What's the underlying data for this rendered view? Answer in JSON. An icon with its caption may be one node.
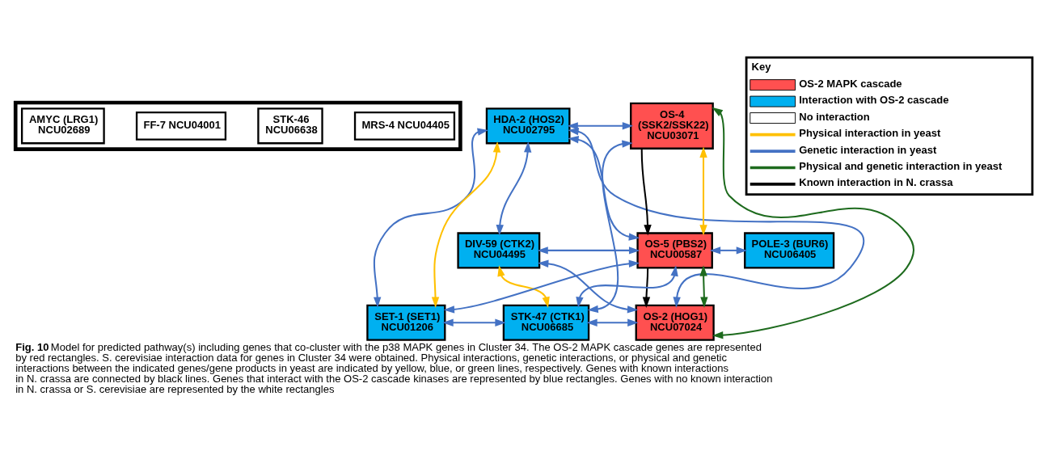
{
  "diagram": {
    "caption": "**Fig. 10** Model for predicted pathway(s) including genes that co-cluster with the p38 MAPK genes in Cluster 34. The OS-2 MAPK cascade genes are represented by red rectangles. S. cerevisiae interaction data for genes in Cluster 34 were obtained. Physical interactions, genetic interactions, or physical and genetic interactions between the indicated genes/gene products in yeast are indicated by yellow, blue, or green lines, respectively. Genes with known interactions in N. crassa are connected by black lines. Genes that interact with the OS-2 cascade kinases are represented by blue rectangles. Genes with no known interaction in N. crassa or S. cerevisiae are represented by the white rectangles",
    "nodes": [
      {
        "text": [],
        "shape": "box"
      },
      {
        "text": [
          "MRS-4 NCU04405"
        ],
        "in": 0
      },
      {
        "text": [
          "STK-46 NCU06638"
        ],
        "in": 0
      },
      {
        "text": [
          "FF-7 NCU04001"
        ],
        "in": 0
      },
      {
        "text": [
          "AMYC (LRG1) NCU02689"
        ],
        "in": 0
      },
      {
        "text": [
          "HDA-2 (HOS2) NCU02795"
        ]
      },
      {
        "text": [
          "OS-4 (SSK2/SSK22) NCU03071"
        ]
      },
      {
        "text": [
          "DIV-59 (CTK2) NCU04495"
        ]
      },
      {
        "text": [
          "OS-5 (PBS2) NCU00587"
        ]
      },
      {
        "text": [
          "POLE-3 (BUR6) NCU06405"
        ]
      },
      {
        "text": [
          "SET-1 (SET1) NCU01206"
        ]
      },
      {
        "text": [
          "STK-47 (CTK1) NCU06685"
        ]
      },
      {
        "text": [
          "OS-2 (HOG1) NCU07024"
        ]
      }
    ],
    "edges": [
      {
        "from": 5,
        "to": 6,
        "arrow": "both"
      },
      {
        "from": 5,
        "to": 7,
        "arrow": "both"
      },
      {
        "from": 5,
        "to": 8,
        "arrow": "both"
      },
      {
        "from": 5,
        "to": 12,
        "arrow": "both"
      },
      {
        "from": 7,
        "to": 8,
        "arrow": "both"
      },
      {
        "from": 7,
        "to": 12,
        "arrow": "both"
      },
      {
        "from": 11,
        "to": 6,
        "arrow": "both"
      },
      {
        "from": 11,
        "to": 8,
        "arrow": "both"
      },
      {
        "from": 11,
        "to": 12,
        "arrow": "both"
      },
      {
        "from": 10,
        "to": 11,
        "arrow": "both"
      },
      {
        "from": 10,
        "to": 5,
        "arrow": "both"
      },
      {
        "from": 10,
        "to": 5,
        "arrow": "both",
        "color": "#ffc000"
      },
      {
        "from": 10,
        "to": 8,
        "arrow": "both"
      },
      {
        "from": 7,
        "to": 11,
        "arrow": "both",
        "color": "#ffc000"
      },
      {
        "from": 6,
        "to": 8,
        "arrow": "to",
        "color": "#000000"
      },
      {
        "from": 6,
        "to": 8,
        "arrow": "both",
        "color": "#ffc000"
      },
      {
        "from": 8,
        "to": 12,
        "arrow": "to",
        "color": "#000000"
      },
      {
        "from": 8,
        "to": 12,
        "arrow": "both",
        "color": "#1e6b1e"
      },
      {
        "from": 6,
        "to": 12,
        "arrow": "both",
        "color": "#1e6b1e"
      },
      {
        "from": 8,
        "to": 9,
        "arrow": "both"
      }
    ],
    "labels": [
      "Key"
    ],
    "legend": [
      {
        "text": "OS-2 MAPK cascade",
        "color": "#ff5050"
      },
      {
        "text": "Interaction with OS-2 cascade",
        "color": "#00b0f0"
      },
      {
        "text": "No interaction",
        "color": "#ffffff"
      },
      {
        "text": "Physical interaction in yeast"
      },
      {
        "text": "Genetic interaction in yeast"
      },
      {
        "text": "Physical and genetic interaction in yeast"
      },
      {
        "text": "Known interaction in N. crassa"
      }
    ]
  }
}
